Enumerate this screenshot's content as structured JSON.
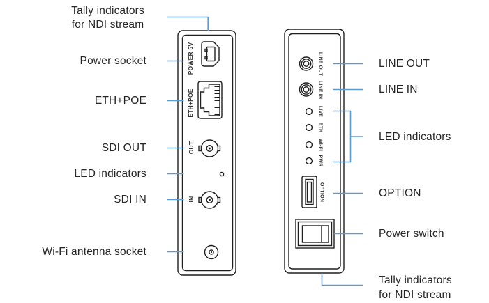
{
  "colors": {
    "callout_blue": "#5b9bd5",
    "outline_black": "#1f1f1f",
    "text": "#262626"
  },
  "left_view": {
    "panel": {
      "power": "POWER 5V",
      "eth": "ETH+POE",
      "out": "OUT",
      "in": "IN"
    },
    "callouts": {
      "tally_line1": "Tally indicators",
      "tally_line2": "for NDI stream",
      "power_socket": "Power socket",
      "eth_poe": "ETH+POE",
      "sdi_out": "SDI OUT",
      "led_indicators": "LED indicators",
      "sdi_in": "SDI IN",
      "wifi_socket": "Wi-Fi antenna socket"
    }
  },
  "right_view": {
    "panel": {
      "line_out": "LINE OUT",
      "line_in": "LINE IN",
      "leds": [
        "LIVE",
        "ETH",
        "Wi-Fi",
        "PWR"
      ],
      "option": "OPTION"
    },
    "callouts": {
      "line_out": "LINE OUT",
      "line_in": "LINE IN",
      "led_indicators": "LED indicators",
      "option": "OPTION",
      "power_switch": "Power switch",
      "tally_line1": "Tally indicators",
      "tally_line2": "for NDI stream"
    }
  }
}
